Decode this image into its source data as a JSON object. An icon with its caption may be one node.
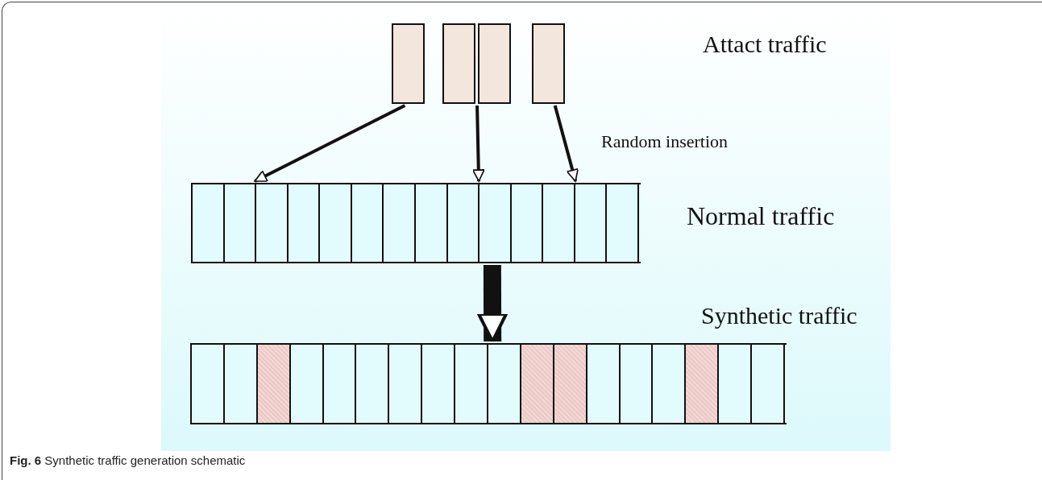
{
  "diagram": {
    "caption": "**Fig. 6** Synthetic traffic generation schematic",
    "nodes": [
      {
        "text": [],
        "shape": "box"
      },
      {
        "text": [],
        "shape": "box"
      },
      {
        "text": [],
        "shape": "box"
      },
      {
        "text": [],
        "shape": "box"
      },
      {
        "text": [],
        "shape": "bar"
      },
      {
        "text": [],
        "shape": "box",
        "in": 4
      },
      {
        "text": [],
        "shape": "box",
        "in": 4
      },
      {
        "text": [],
        "shape": "box",
        "in": 4
      },
      {
        "text": [],
        "shape": "box",
        "in": 4
      },
      {
        "text": [],
        "shape": "box",
        "in": 4
      },
      {
        "text": [],
        "shape": "box",
        "in": 4
      },
      {
        "text": [],
        "shape": "box",
        "in": 4
      },
      {
        "text": [],
        "shape": "box",
        "in": 4
      },
      {
        "text": [],
        "shape": "box",
        "in": 4
      },
      {
        "text": [],
        "shape": "box",
        "in": 4
      },
      {
        "text": [],
        "shape": "box",
        "in": 4
      },
      {
        "text": [],
        "shape": "box",
        "in": 4
      },
      {
        "text": [],
        "shape": "box",
        "in": 4
      },
      {
        "text": [],
        "shape": "box",
        "in": 4
      },
      {
        "text": [],
        "shape": "bar"
      },
      {
        "text": [],
        "shape": "box",
        "in": 19
      },
      {
        "text": [],
        "shape": "box",
        "in": 19
      },
      {
        "text": [],
        "shape": "box",
        "in": 19
      },
      {
        "text": [],
        "shape": "box",
        "in": 19
      },
      {
        "text": [],
        "shape": "box",
        "in": 19
      },
      {
        "text": [],
        "shape": "box",
        "in": 19
      },
      {
        "text": [],
        "shape": "box",
        "in": 19
      },
      {
        "text": [],
        "shape": "box",
        "in": 19
      },
      {
        "text": [],
        "shape": "box",
        "in": 19
      },
      {
        "text": [],
        "shape": "box",
        "in": 19
      },
      {
        "text": [],
        "shape": "box",
        "in": 19
      },
      {
        "text": [],
        "shape": "box",
        "in": 19
      },
      {
        "text": [],
        "shape": "box",
        "in": 19
      },
      {
        "text": [],
        "shape": "box",
        "in": 19
      },
      {
        "text": [],
        "shape": "box",
        "in": 19
      },
      {
        "text": [],
        "shape": "box",
        "in": 19
      },
      {
        "text": [],
        "shape": "box",
        "in": 19
      },
      {
        "text": [],
        "shape": "box",
        "in": 19
      }
    ],
    "edges": [
      {
        "from": 0,
        "to": 4,
        "arrow": "to"
      },
      {
        "from": 1,
        "to": 4,
        "arrow": "to"
      },
      {
        "from": 3,
        "to": 4,
        "arrow": "to"
      },
      {
        "from": 4,
        "to": 19,
        "arrow": "to",
        "style": "thick"
      }
    ],
    "labels": [
      "Attact traffic",
      "Random insertion",
      "Normal traffic",
      "Synthetic traffic"
    ]
  }
}
